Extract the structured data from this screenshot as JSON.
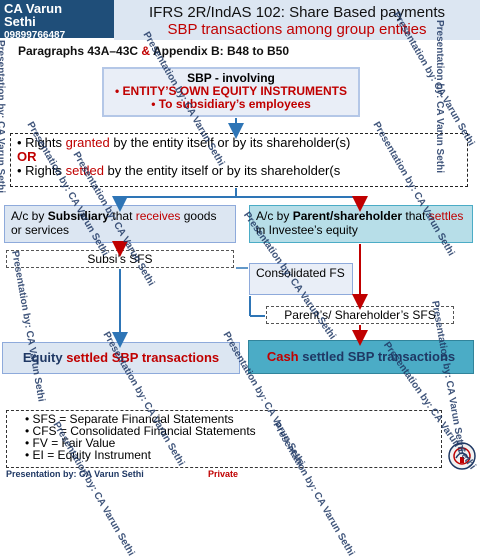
{
  "header": {
    "author_line1": "CA Varun",
    "author_line2": "Sethi",
    "phone": "09899766487",
    "title_line1": "IFRS 2R/IndAS 102: Share Based payments",
    "title_line2": "SBP transactions among group entities"
  },
  "paragraphs": {
    "part1": "Paragraphs 43A–43C",
    "amp": "&",
    "part2": "Appendix B: B48 to B50"
  },
  "sbp_box": {
    "line1": "SBP - involving",
    "line2": "•  ENTITY’S OWN EQUITY INSTRUMENTS",
    "line3": "•  To subsidiary’s employees"
  },
  "rights": {
    "r1_pre": "•  Rights ",
    "r1_key": "granted",
    "r1_post": " by the entity itself or by its shareholder(s)",
    "or": "OR",
    "r2_pre": "•  Rights ",
    "r2_key": "settled",
    "r2_post": " by the entity itself or by its shareholder(s"
  },
  "subsidiary": {
    "pre": "A/c by ",
    "bold": "Subsidiary",
    "mid": " that ",
    "key": "receives",
    "post": " goods or services"
  },
  "parent": {
    "pre": "A/c by ",
    "bold": "Parent/shareholder",
    "mid": " that ",
    "key": "settles",
    "post": " in Investee’s equity"
  },
  "subsi_sfs": "Subsi’s SFS",
  "consolidated_fs": "Consolidated FS",
  "parent_sfs": "Parent’s/ Shareholder’s SFS",
  "equity_box": {
    "key": "Equity",
    "rest": " settled SBP transactions"
  },
  "cash_box": {
    "key": "Cash",
    "rest": " settled SBP transactions"
  },
  "definitions": [
    "SFS = Separate Financial Statements",
    "CFS = Consolidated Financial Statements",
    "FV = Fair Value",
    "EI = Equity Instrument"
  ],
  "footer": {
    "left": "Presentation by: CA Varun Sethi",
    "center": "Private"
  },
  "watermark": "Presentation by: CA Varun Sethi",
  "colors": {
    "accent_red": "#c00000",
    "header_blue": "#1f4e79",
    "light_blue": "#dce6f2",
    "teal": "#4bacc6"
  }
}
